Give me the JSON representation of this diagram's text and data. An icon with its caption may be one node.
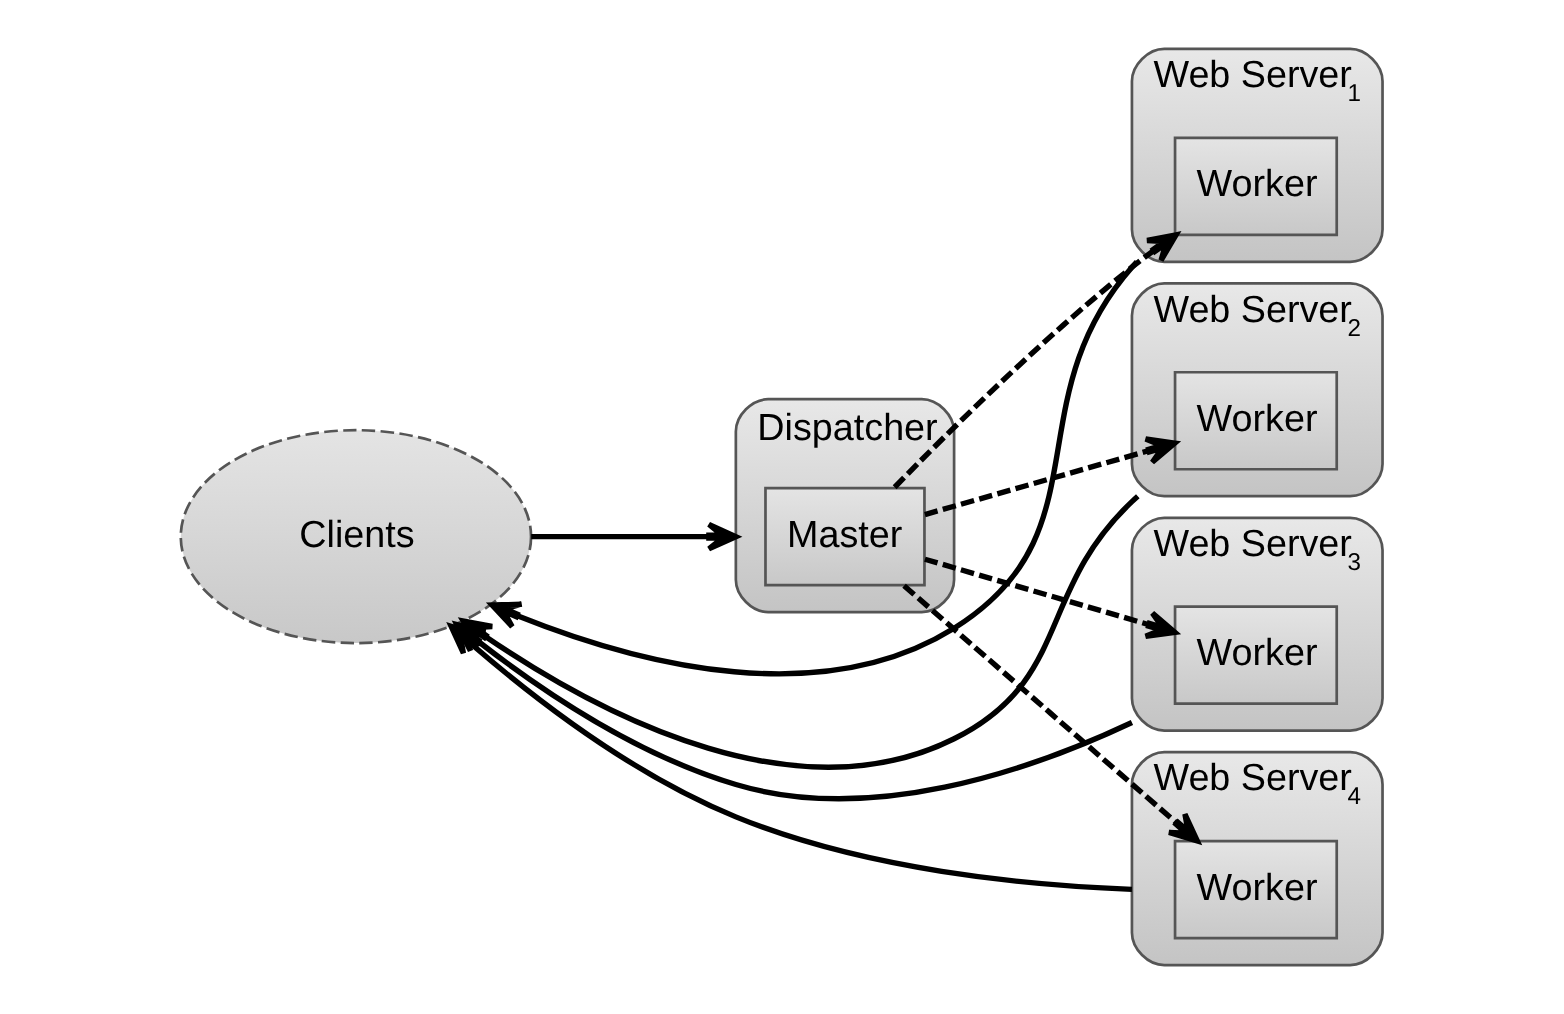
{
  "diagram": {
    "nodes": [
      {
        "text": [
          "Clients"
        ]
      },
      {
        "text": [
          "Dispatcher"
        ]
      },
      {
        "text": [
          "Master"
        ],
        "in": 1
      },
      {
        "text": [
          "Web Server$_{1}$"
        ]
      },
      {
        "text": [
          "Worker"
        ],
        "in": 3
      },
      {
        "text": [
          "Web Server$_{2}$"
        ]
      },
      {
        "text": [
          "Worker"
        ],
        "in": 5
      },
      {
        "text": [
          "Web Server$_{3}$"
        ]
      },
      {
        "text": [
          "Worker"
        ],
        "in": 7
      },
      {
        "text": [
          "Web Server$_{4}$"
        ]
      },
      {
        "text": [
          "Worker"
        ],
        "in": 9
      }
    ],
    "edges": [
      {
        "from": 0,
        "to": 1,
        "arrow": "to"
      },
      {
        "from": 3,
        "to": 0,
        "arrow": "to"
      },
      {
        "from": 5,
        "to": 0,
        "arrow": "to"
      },
      {
        "from": 7,
        "to": 0,
        "arrow": "to"
      },
      {
        "from": 9,
        "to": 0,
        "arrow": "to"
      },
      {
        "from": 2,
        "to": 4,
        "arrow": "to",
        "style": "dashed"
      },
      {
        "from": 2,
        "to": 6,
        "arrow": "to",
        "style": "dashed"
      },
      {
        "from": 2,
        "to": 8,
        "arrow": "to",
        "style": "dashed"
      },
      {
        "from": 2,
        "to": 10,
        "arrow": "to",
        "style": "dashed"
      }
    ]
  }
}
